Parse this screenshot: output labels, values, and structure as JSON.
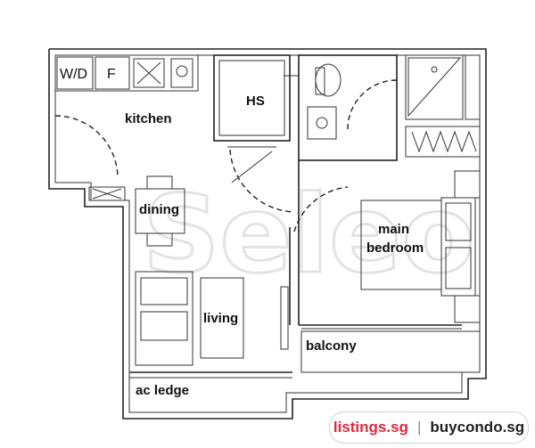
{
  "watermark": "Seleo",
  "rooms": {
    "kitchen": "kitchen",
    "hs": "HS",
    "dining": "dining",
    "living": "living",
    "main_bedroom_line1": "main",
    "main_bedroom_line2": "bedroom",
    "balcony": "balcony",
    "ac_ledge": "ac ledge"
  },
  "fixtures": {
    "washer_dryer": "W/D",
    "fridge": "F"
  },
  "credits": {
    "site_a": "listings.sg",
    "separator": "|",
    "site_b": "buycondo.sg"
  }
}
